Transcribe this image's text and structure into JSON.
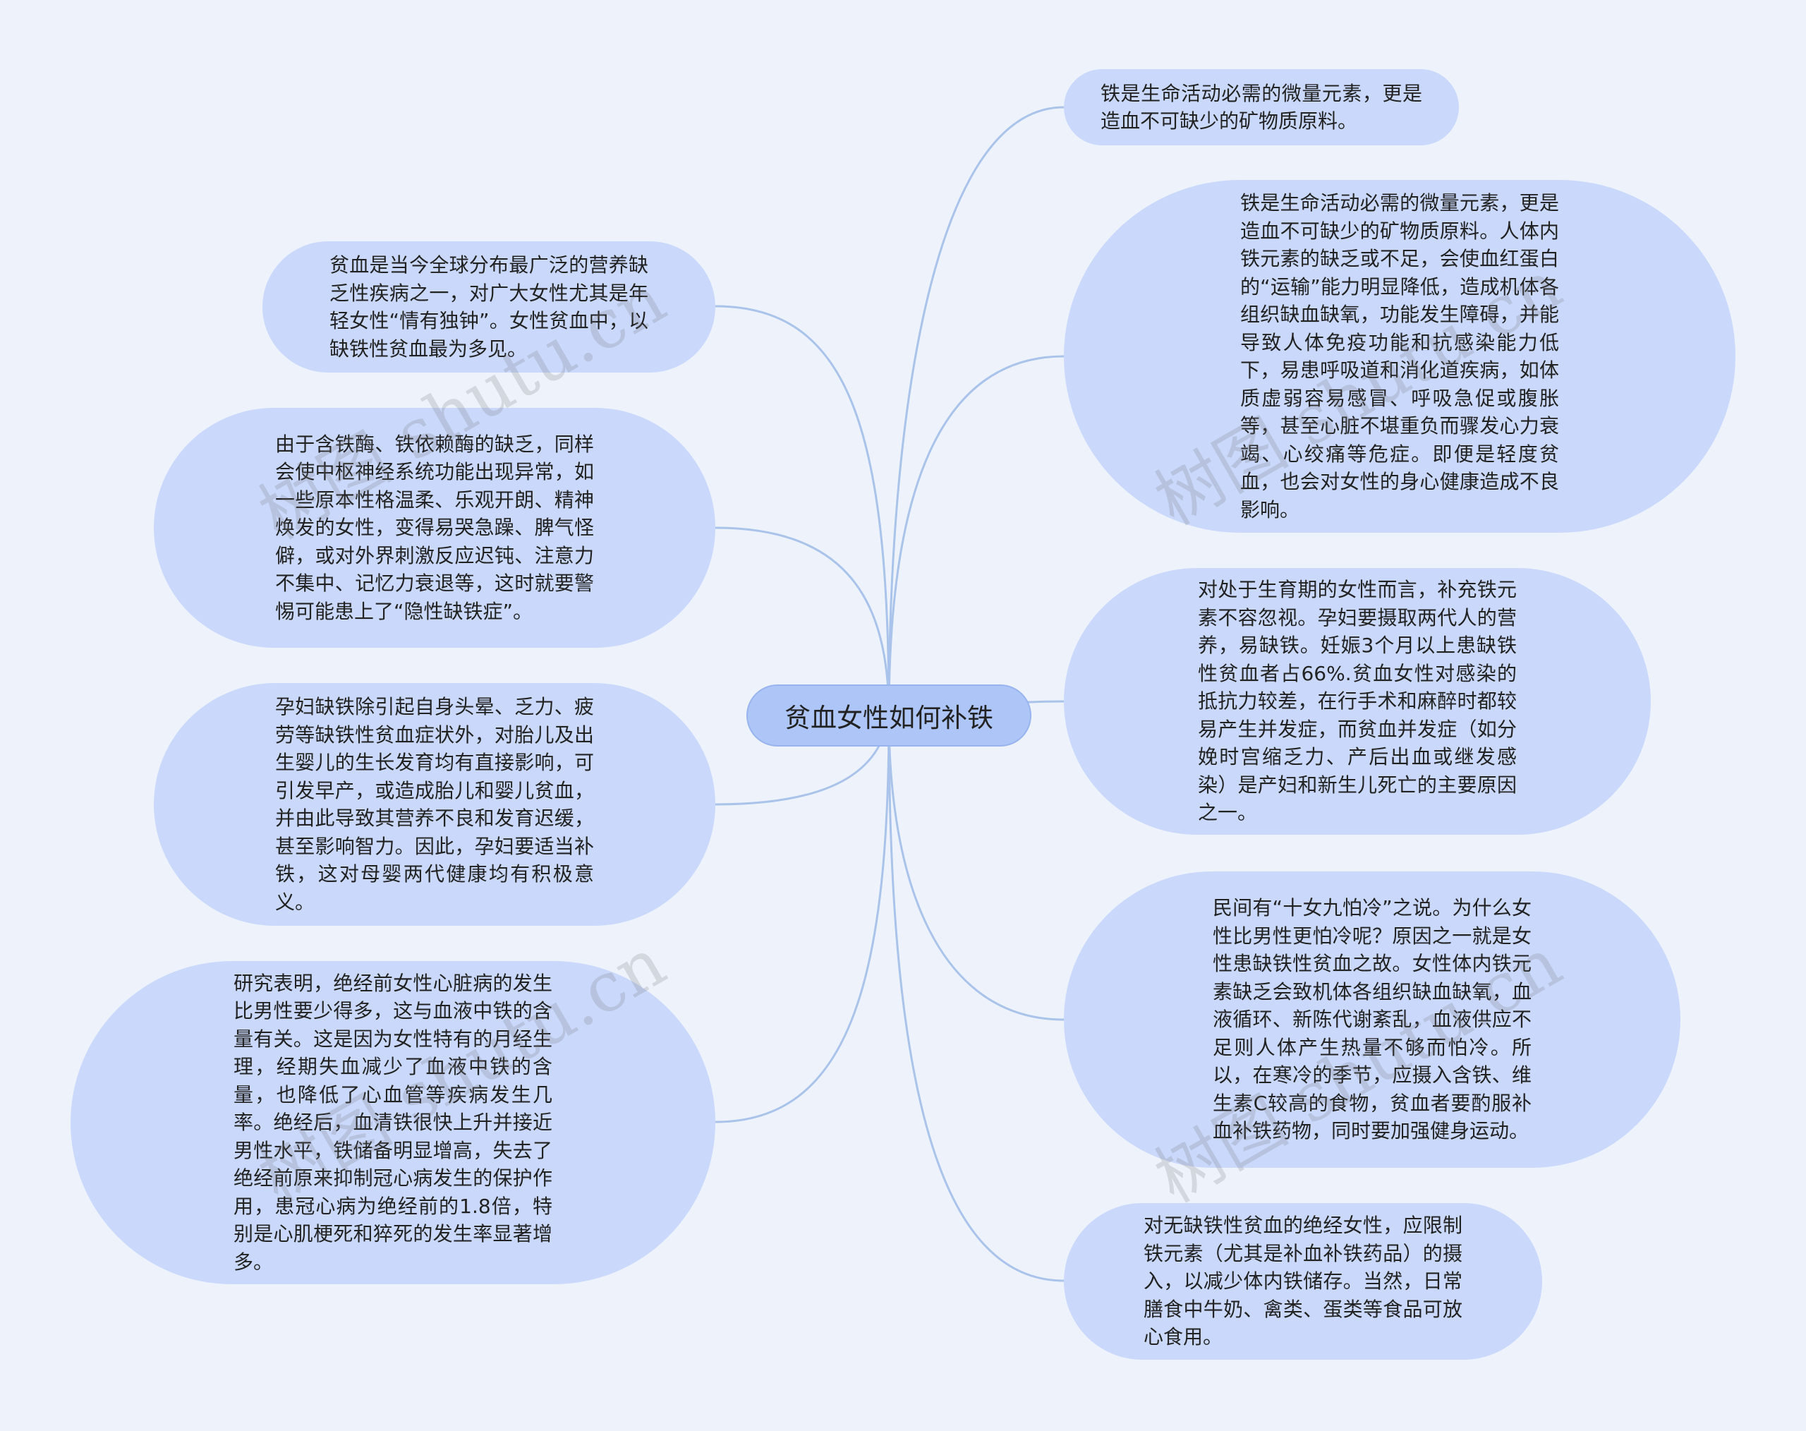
{
  "center": {
    "title": "贫血女性如何补铁"
  },
  "nodes": {
    "r1": "铁是生命活动必需的微量元素，更是造血不可缺少的矿物质原料。",
    "r2": "铁是生命活动必需的微量元素，更是造血不可缺少的矿物质原料。人体内铁元素的缺乏或不足，会使血红蛋白的“运输”能力明显降低，造成机体各组织缺血缺氧，功能发生障碍，并能导致人体免疫功能和抗感染能力低下，易患呼吸道和消化道疾病，如体质虚弱容易感冒、呼吸急促或腹胀等，甚至心脏不堪重负而骤发心力衰竭、心绞痛等危症。即便是轻度贫血，也会对女性的身心健康造成不良影响。",
    "r3": "对处于生育期的女性而言，补充铁元素不容忽视。孕妇要摄取两代人的营养，易缺铁。妊娠3个月以上患缺铁性贫血者占66%.贫血女性对感染的抵抗力较差，在行手术和麻醉时都较易产生并发症，而贫血并发症（如分娩时宫缩乏力、产后出血或继发感染）是产妇和新生儿死亡的主要原因之一。",
    "r4": "民间有“十女九怕冷”之说。为什么女性比男性更怕冷呢？原因之一就是女性患缺铁性贫血之故。女性体内铁元素缺乏会致机体各组织缺血缺氧，血液循环、新陈代谢紊乱，血液供应不足则人体产生热量不够而怕冷。所以，在寒冷的季节，应摄入含铁、维生素C较高的食物，贫血者要酌服补血补铁药物，同时要加强健身运动。",
    "r5": "对无缺铁性贫血的绝经女性，应限制铁元素（尤其是补血补铁药品）的摄入，以减少体内铁储存。当然，日常膳食中牛奶、禽类、蛋类等食品可放心食用。",
    "l1": "贫血是当今全球分布最广泛的营养缺乏性疾病之一，对广大女性尤其是年轻女性“情有独钟”。女性贫血中，以缺铁性贫血最为多见。",
    "l2": "由于含铁酶、铁依赖酶的缺乏，同样会使中枢神经系统功能出现异常，如一些原本性格温柔、乐观开朗、精神焕发的女性，变得易哭急躁、脾气怪僻，或对外界刺激反应迟钝、注意力不集中、记忆力衰退等，这时就要警惕可能患上了“隐性缺铁症”。",
    "l3": "孕妇缺铁除引起自身头晕、乏力、疲劳等缺铁性贫血症状外，对胎儿及出生婴儿的生长发育均有直接影响，可引发早产，或造成胎儿和婴儿贫血，并由此导致其营养不良和发育迟缓，甚至影响智力。因此，孕妇要适当补铁，这对母婴两代健康均有积极意义。",
    "l4": "研究表明，绝经前女性心脏病的发生比男性要少得多，这与血液中铁的含量有关。这是因为女性特有的月经生理，经期失血减少了血液中铁的含量，也降低了心血管等疾病发生几率。绝经后，血清铁很快上升并接近男性水平，铁储备明显增高，失去了绝经前原来抑制冠心病发生的保护作用，患冠心病为绝经前的1.8倍，特别是心肌梗死和猝死的发生率显著增多。"
  },
  "watermark": {
    "text": "树图 shutu.cn"
  },
  "colors": {
    "background": "#eef3fb",
    "node": "#cad9fb",
    "center": "#aec6f7",
    "line": "#a9c3ea"
  }
}
